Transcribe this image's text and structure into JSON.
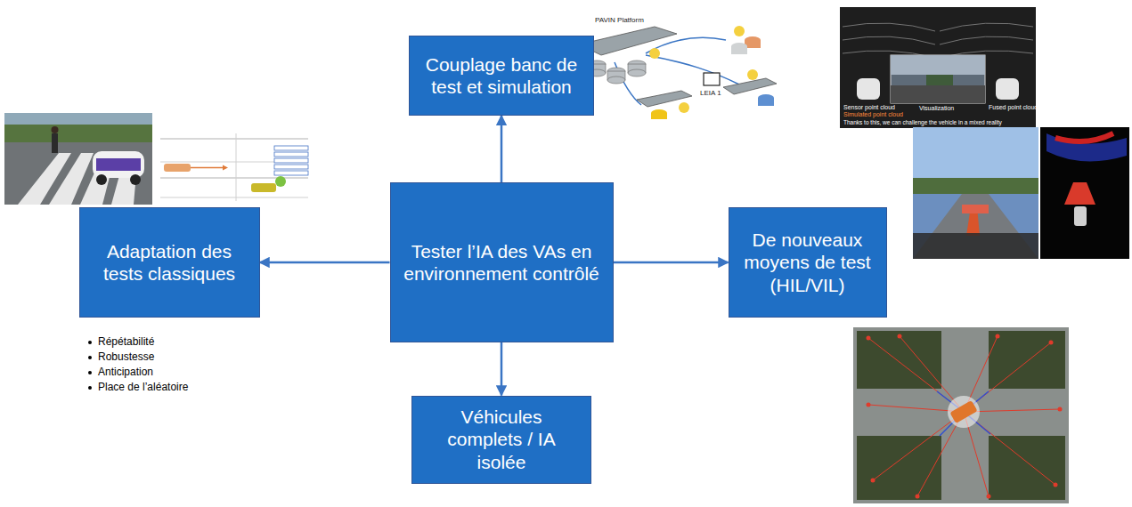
{
  "diagram": {
    "nodes": [
      {
        "text": [
          "Couplage banc de test et simulation"
        ]
      },
      {
        "text": [
          "Adaptation des tests classiques"
        ]
      },
      {
        "text": [
          "Tester l’IA des VAs en environnement contrôlé"
        ]
      },
      {
        "text": [
          "De nouveaux moyens de test (HIL/VIL)"
        ]
      },
      {
        "text": [
          "Véhicules complets / IA isolée"
        ]
      }
    ],
    "edges": [
      {
        "from": 2,
        "to": 0,
        "arrow": "to"
      },
      {
        "from": 2,
        "to": 1,
        "arrow": "to"
      },
      {
        "from": 2,
        "to": 3,
        "arrow": "to"
      },
      {
        "from": 2,
        "to": 4,
        "arrow": "to"
      }
    ],
    "labels": [
      "Répétabilité",
      "Robustesse",
      "Anticipation",
      "Place de l’aléatoire",
      "PAVIN Platform",
      "LEIA 1",
      "Sensor point cloud",
      "Simulated point cloud",
      "Fused point cloud",
      "Visualization",
      "Thanks to this, we can challenge the vehicle in a mixed reality"
    ]
  }
}
